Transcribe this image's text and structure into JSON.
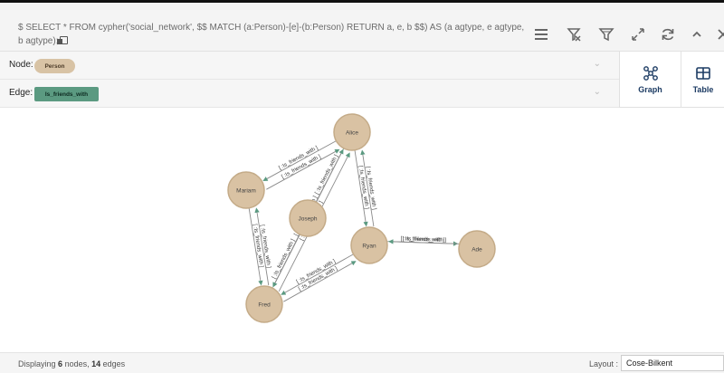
{
  "query": {
    "text": "$ SELECT * FROM cypher('social_network', $$ MATCH (a:Person)-[e]-(b:Person) RETURN a, e, b $$) AS (a agtype, e agtype, b agtype);"
  },
  "toolbar": {
    "icons": [
      "menu-icon",
      "clear-results-icon",
      "filter-icon",
      "expand-icon",
      "refresh-icon",
      "collapse-up-icon",
      "close-icon"
    ]
  },
  "filters": {
    "node_label": "Node:",
    "node_chip": "Person",
    "edge_label": "Edge:",
    "edge_chip": "Is_friends_with"
  },
  "views": {
    "graph_label": "Graph",
    "table_label": "Table"
  },
  "graph": {
    "nodes": [
      {
        "id": "alice",
        "label": "Alice"
      },
      {
        "id": "mariam",
        "label": "Mariam"
      },
      {
        "id": "joseph",
        "label": "Joseph"
      },
      {
        "id": "ryan",
        "label": "Ryan"
      },
      {
        "id": "ade",
        "label": "Ade"
      },
      {
        "id": "fred",
        "label": "Fred"
      }
    ],
    "edge_label": "[ :Is_friends_with ]",
    "colors": {
      "node_fill": "#d9c2a3",
      "node_stroke": "#c4ab88",
      "edge": "#8a8a8a",
      "arrow": "#5b9a81"
    }
  },
  "footer": {
    "displaying": "Displaying",
    "node_count": "6",
    "nodes_word": "nodes,",
    "edge_count": "14",
    "edges_word": "edges",
    "layout_label": "Layout :",
    "layout_value": "Cose-Bilkent"
  }
}
